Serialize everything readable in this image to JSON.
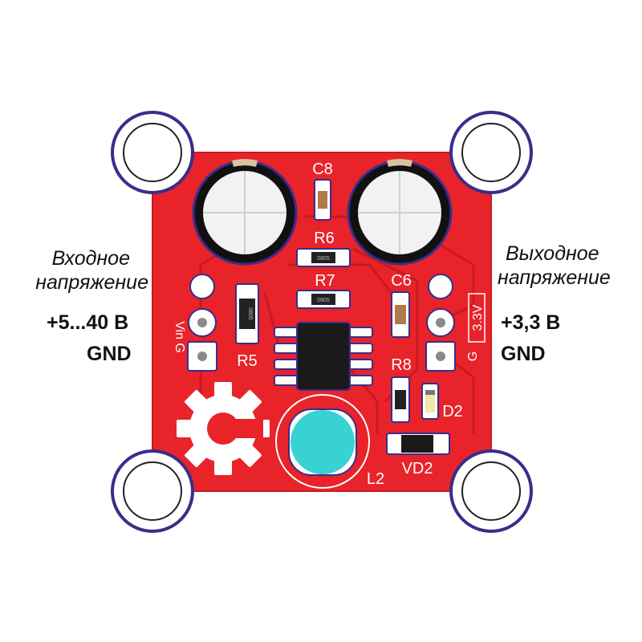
{
  "labels": {
    "input_title_line1": "Входное",
    "input_title_line2": "напряжение",
    "input_voltage": "+5...40 В",
    "input_gnd": "GND",
    "output_title_line1": "Выходное",
    "output_title_line2": "напряжение",
    "output_voltage": "+3,3 В",
    "output_gnd": "GND"
  },
  "silkscreen": {
    "c8": "C8",
    "r6": "R6",
    "r7": "R7",
    "c6": "C6",
    "r5": "R5",
    "r8": "R8",
    "d2": "D2",
    "vd2": "VD2",
    "l2": "L2",
    "vin_g": "Vin G",
    "g_out": "G",
    "v33": "3.3V",
    "r5_code": "0805",
    "r6_code": "0805",
    "r7_code": "0805"
  },
  "colors": {
    "board": "#e8232a",
    "silk": "#ffffff",
    "copper": "#c8c8c8",
    "mount_ring": "#3a2d8a",
    "cap_body": "#f2f2f2",
    "inductor": "#39d2d2",
    "ic": "#1a1a1a"
  }
}
